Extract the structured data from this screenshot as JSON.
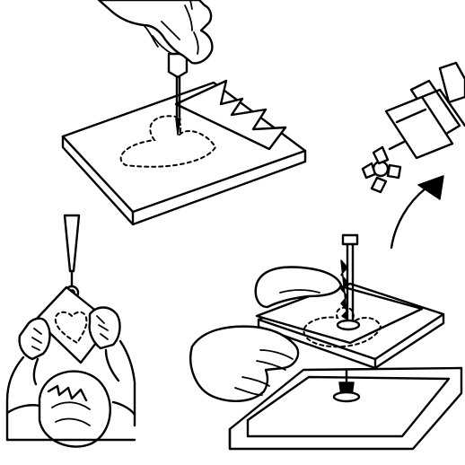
{
  "figure": {
    "panels": [
      {
        "id": "pierce",
        "icon": "awl-piercing-board-icon"
      },
      {
        "id": "feed",
        "icon": "feeding-paper-icon"
      },
      {
        "id": "saw",
        "icon": "scroll-saw-cutting-icon"
      },
      {
        "id": "switch",
        "icon": "power-switch-arrow-icon"
      }
    ],
    "colors": {
      "line": "#000000",
      "background": "#ffffff"
    }
  }
}
